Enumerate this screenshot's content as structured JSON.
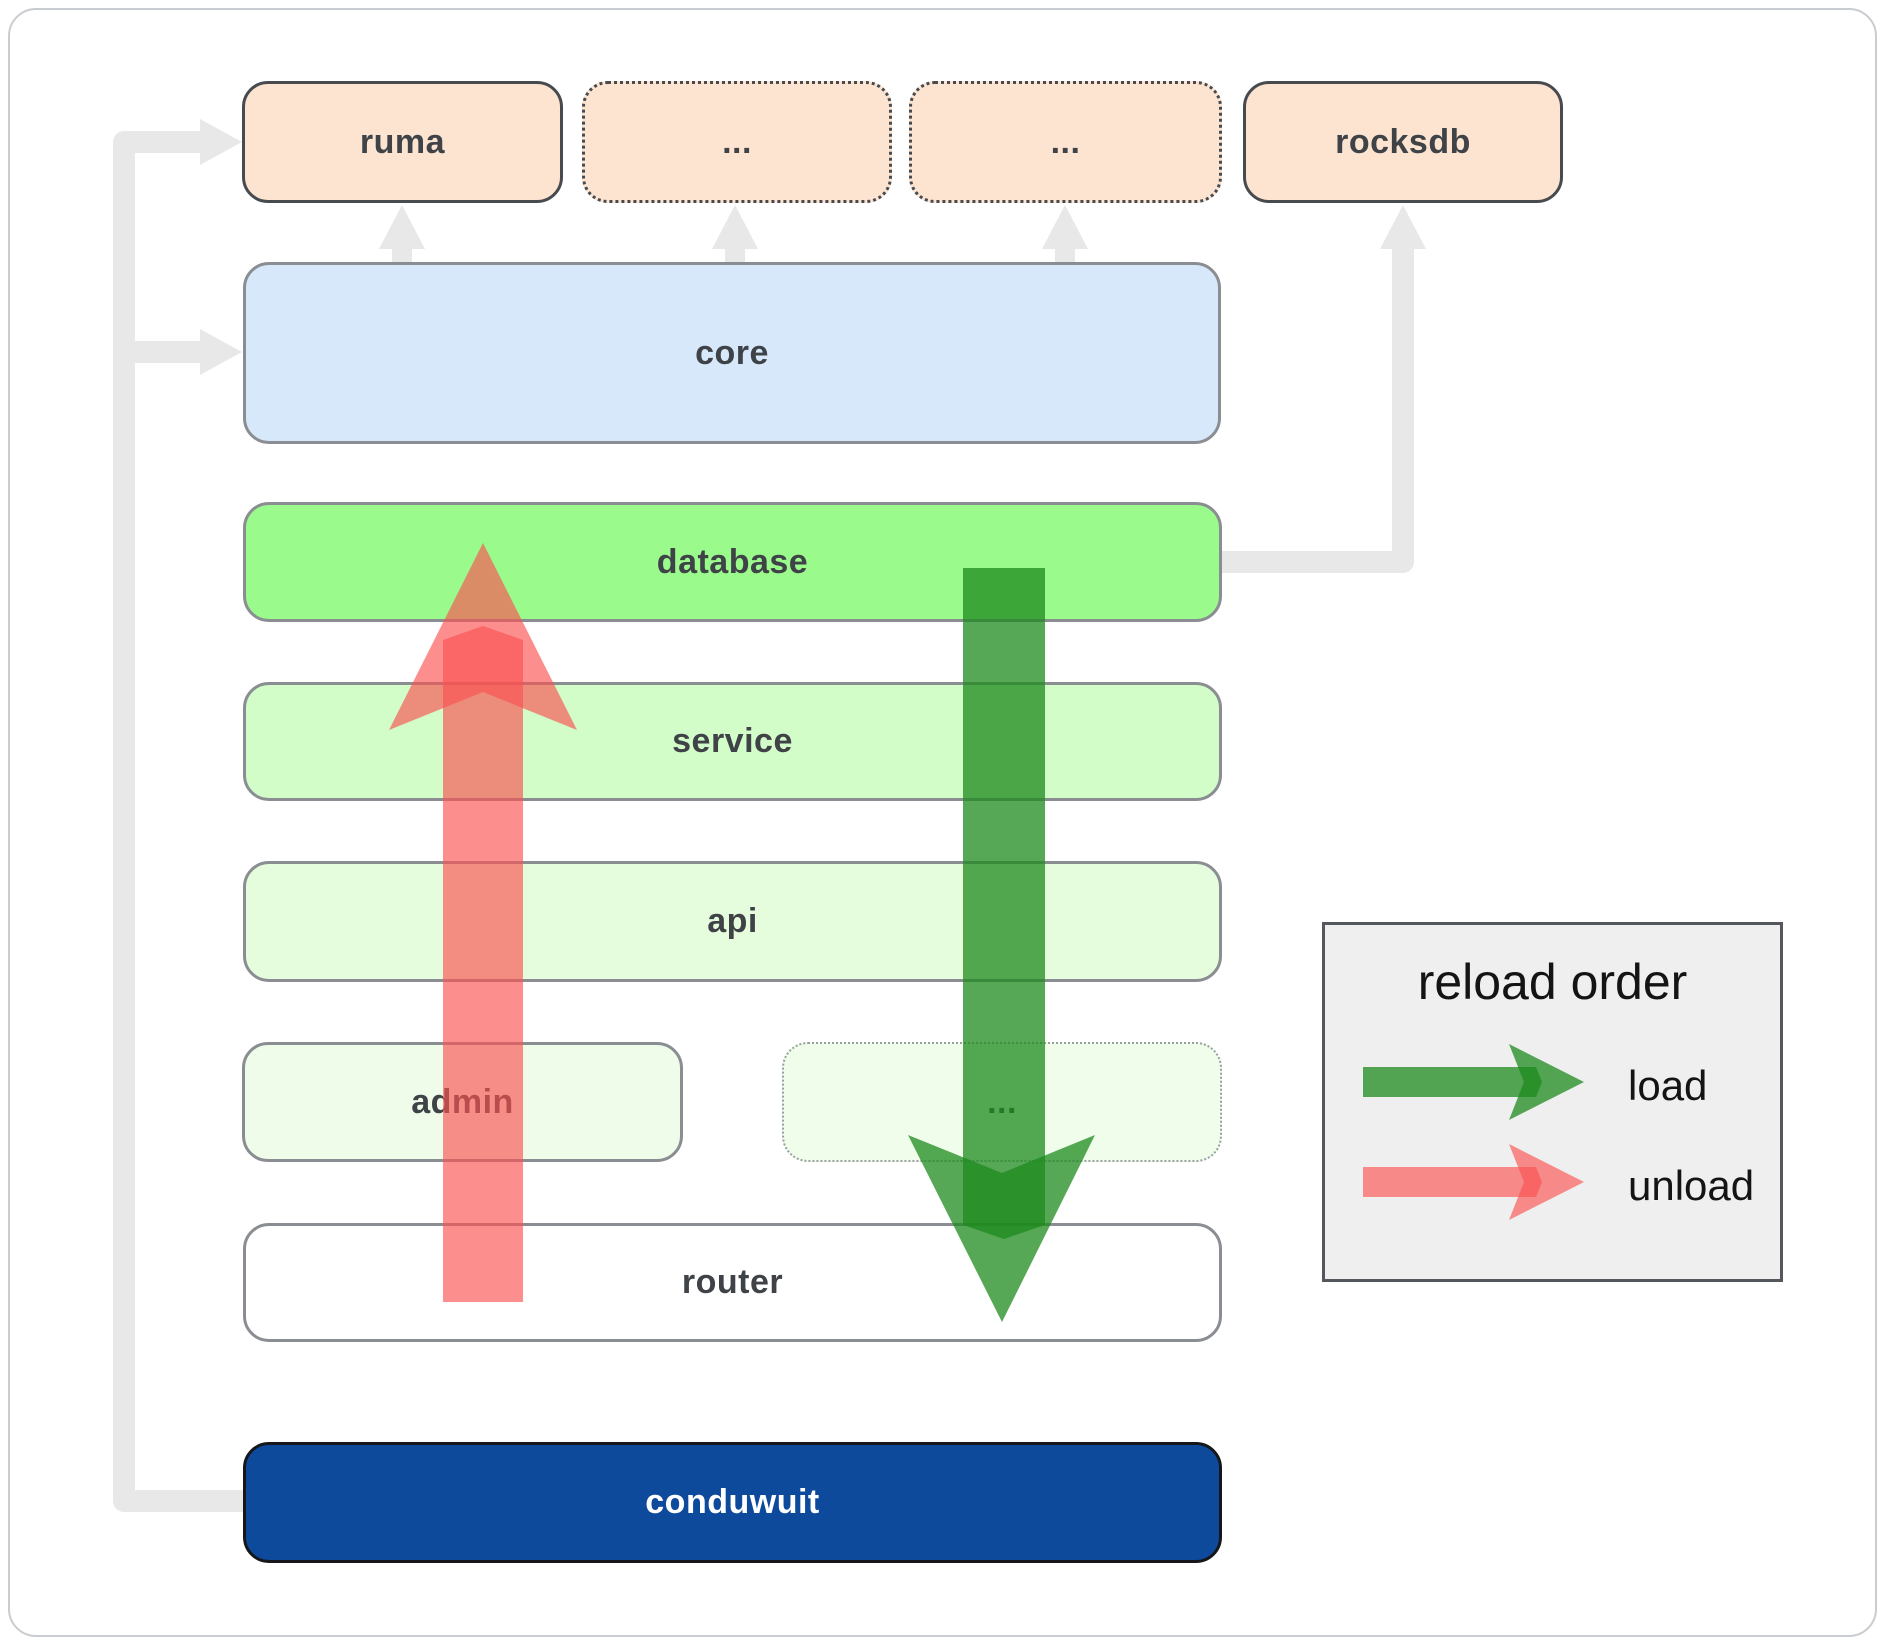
{
  "diagram": {
    "frame_color": "#c9ccd0",
    "boxes": [
      {
        "id": "ruma",
        "label": "ruma",
        "fill": "#fde4d1",
        "text_color": "#3f4347",
        "border_color": "#474b4f"
      },
      {
        "id": "dots-top-1",
        "label": "...",
        "fill": "#fde4d1",
        "text_color": "#3f4347",
        "border_color": "#474b4f"
      },
      {
        "id": "dots-top-2",
        "label": "...",
        "fill": "#fde4d1",
        "text_color": "#3f4347",
        "border_color": "#474b4f"
      },
      {
        "id": "rocksdb",
        "label": "rocksdb",
        "fill": "#fde4d1",
        "text_color": "#3f4347",
        "border_color": "#474b4f"
      },
      {
        "id": "core",
        "label": "core",
        "fill": "#d6e8fa",
        "text_color": "#3f4347",
        "border_color": "#8a8e92"
      },
      {
        "id": "database",
        "label": "database",
        "fill": "#9afa8c",
        "text_color": "#3f4347",
        "border_color": "#8a8e92"
      },
      {
        "id": "service",
        "label": "service",
        "fill": "#d2fcc8",
        "text_color": "#3f4347",
        "border_color": "#8a8e92"
      },
      {
        "id": "api",
        "label": "api",
        "fill": "#e5fddd",
        "text_color": "#3f4347",
        "border_color": "#8a8e92"
      },
      {
        "id": "admin",
        "label": "admin",
        "fill": "#eefce9",
        "text_color": "#3f4347",
        "border_color": "#8a8e92"
      },
      {
        "id": "dots-mid",
        "label": "...",
        "fill": "#f0fdeb",
        "text_color": "#3f4347",
        "border_color": "#9aa0a2"
      },
      {
        "id": "router",
        "label": "router",
        "fill": "#ffffff",
        "text_color": "#3f4347",
        "border_color": "#8a8e92"
      },
      {
        "id": "conduwuit",
        "label": "conduwuit",
        "fill": "#0d4a9c",
        "text_color": "#ffffff",
        "border_color": "#15171a"
      }
    ],
    "connectors": {
      "color": "#e8e8e8"
    },
    "arrows": {
      "load": {
        "color": "#1d8a1d"
      },
      "unload": {
        "color": "#fa5252"
      }
    },
    "legend": {
      "title": "reload order",
      "bg": "#efefef",
      "border_color": "#54585c",
      "items": [
        {
          "label": "load"
        },
        {
          "label": "unload"
        }
      ]
    }
  }
}
